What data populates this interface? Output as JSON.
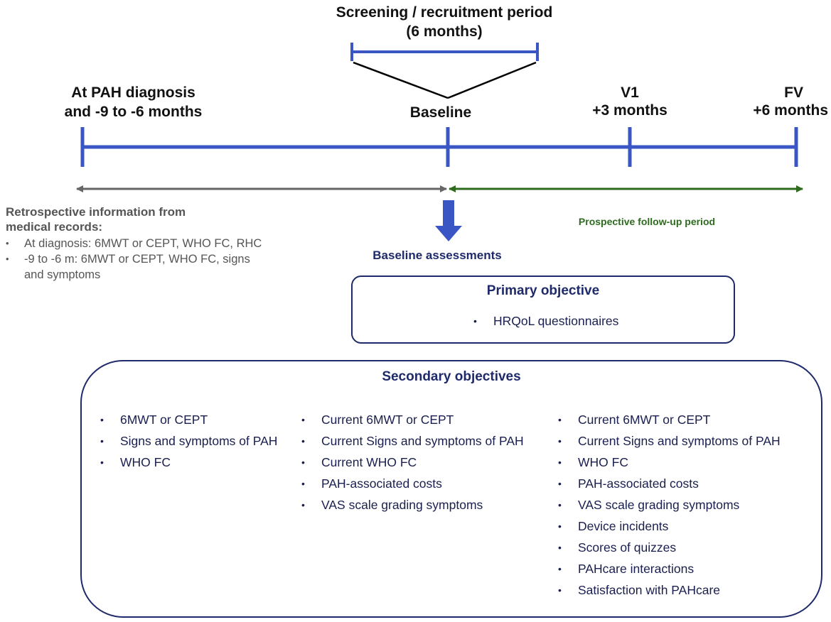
{
  "screening": {
    "line1": "Screening / recruitment period",
    "line2": "(6 months)"
  },
  "timepoints": {
    "pah_diagnosis_line1": "At PAH diagnosis",
    "pah_diagnosis_line2": "and -9 to -6 months",
    "baseline": "Baseline",
    "v1_line1": "V1",
    "v1_line2": "+3 months",
    "fv_line1": "FV",
    "fv_line2": "+6 months"
  },
  "retrospective": {
    "heading_line1": "Retrospective information from",
    "heading_line2": "medical records:",
    "items": [
      "At diagnosis: 6MWT or CEPT, WHO FC, RHC",
      "-9 to -6 m: 6MWT or CEPT, WHO FC, signs and symptoms"
    ]
  },
  "prospective_label": "Prospective follow-up period",
  "baseline_assessments_label": "Baseline assessments",
  "primary": {
    "title": "Primary objective",
    "items": [
      "HRQoL questionnaires"
    ]
  },
  "secondary": {
    "title": "Secondary objectives",
    "columns": [
      [
        "6MWT or CEPT",
        "Signs and symptoms of PAH",
        "WHO FC"
      ],
      [
        "Current 6MWT or CEPT",
        "Current Signs and symptoms of PAH",
        "Current WHO FC",
        "PAH-associated costs",
        "VAS scale grading symptoms"
      ],
      [
        "Current 6MWT or CEPT",
        "Current Signs and symptoms of PAH",
        "WHO FC",
        "PAH-associated costs",
        "VAS scale grading symptoms",
        "Device incidents",
        "Scores of quizzes",
        "PAHcare interactions",
        "Satisfaction with PAHcare"
      ]
    ]
  },
  "colors": {
    "timeline_blue": "#3a56c4",
    "retro_arrow_gray": "#666666",
    "prospective_arrow_green": "#2e6b1f",
    "navy_text": "#1f2a6b"
  }
}
